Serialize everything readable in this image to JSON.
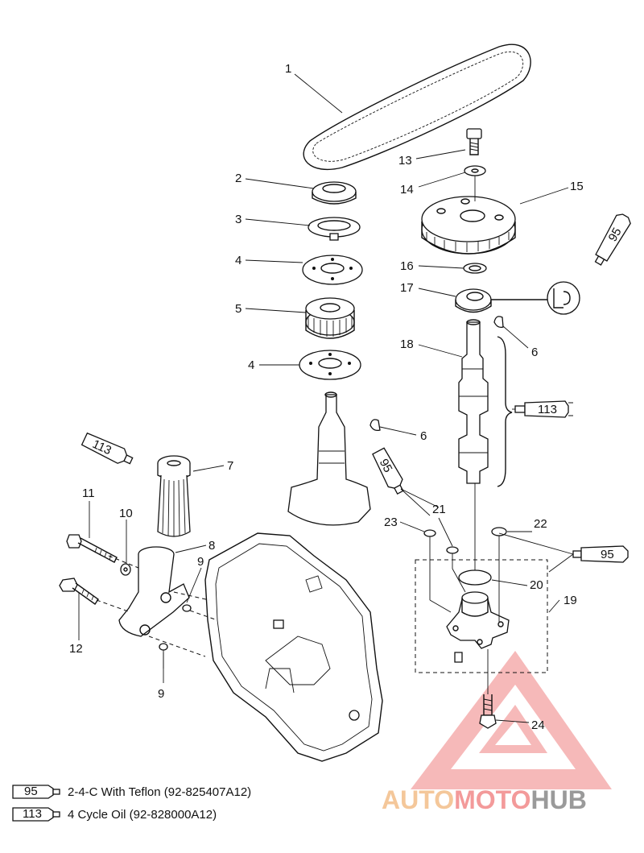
{
  "callouts": [
    {
      "n": "1",
      "label": "1"
    },
    {
      "n": "2",
      "label": "2"
    },
    {
      "n": "3",
      "label": "3"
    },
    {
      "n": "4a",
      "label": "4"
    },
    {
      "n": "5",
      "label": "5"
    },
    {
      "n": "4b",
      "label": "4"
    },
    {
      "n": "6a",
      "label": "6"
    },
    {
      "n": "6b",
      "label": "6"
    },
    {
      "n": "7",
      "label": "7"
    },
    {
      "n": "8",
      "label": "8"
    },
    {
      "n": "9a",
      "label": "9"
    },
    {
      "n": "9b",
      "label": "9"
    },
    {
      "n": "10",
      "label": "10"
    },
    {
      "n": "11",
      "label": "11"
    },
    {
      "n": "12",
      "label": "12"
    },
    {
      "n": "13",
      "label": "13"
    },
    {
      "n": "14",
      "label": "14"
    },
    {
      "n": "15",
      "label": "15"
    },
    {
      "n": "16",
      "label": "16"
    },
    {
      "n": "17",
      "label": "17"
    },
    {
      "n": "18",
      "label": "18"
    },
    {
      "n": "19",
      "label": "19"
    },
    {
      "n": "20",
      "label": "20"
    },
    {
      "n": "21",
      "label": "21"
    },
    {
      "n": "22",
      "label": "22"
    },
    {
      "n": "23",
      "label": "23"
    },
    {
      "n": "24",
      "label": "24"
    }
  ],
  "tube_labels": {
    "t95": "95",
    "t113": "113"
  },
  "legend": [
    {
      "code": "95",
      "text": "2-4-C  With Teflon (92-825407A12)"
    },
    {
      "code": "113",
      "text": "4 Cycle Oil (92-828000A12)"
    }
  ],
  "watermark": {
    "part1": "AUTO",
    "part2": "MOTO",
    "part3": "HUB"
  },
  "colors": {
    "ink": "#111111",
    "watermark_red": "#f08080",
    "watermark_orange": "#f4c79a",
    "watermark_gray": "#9a9a9a"
  }
}
